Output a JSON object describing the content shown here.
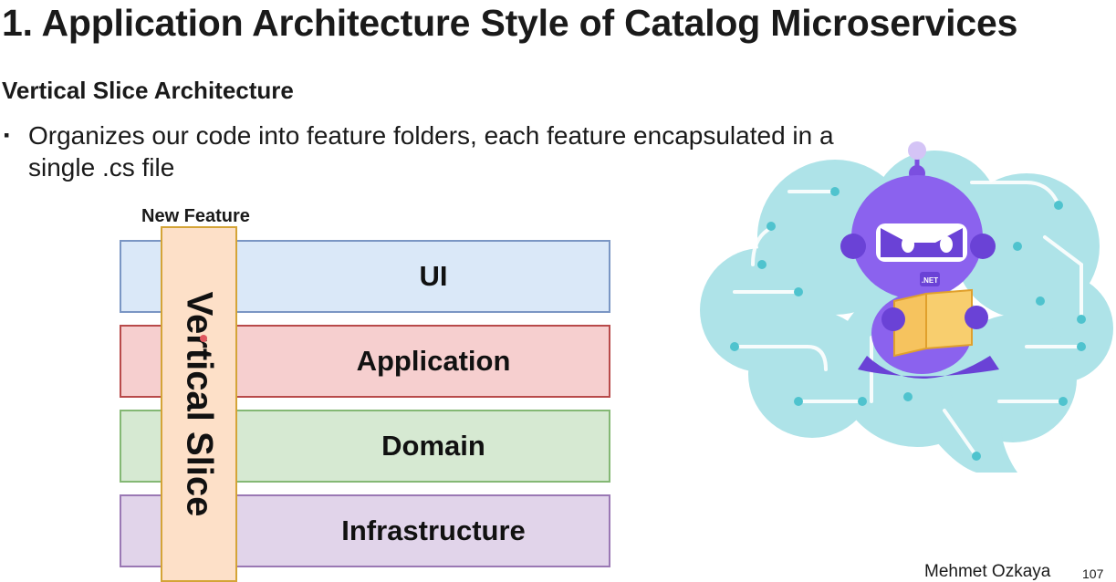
{
  "slide": {
    "title": "1. Application Architecture Style of Catalog Microservices",
    "subtitle": "Vertical Slice Architecture",
    "bullets": [
      "Organizes our code into feature folders, each feature encapsulated in a single .cs file"
    ],
    "author": "Mehmet Ozkaya",
    "page_number": "107"
  },
  "diagram": {
    "slice_caption": "New Feature",
    "slice_label": "Vertical Slice",
    "layers": [
      {
        "label": "UI",
        "color": "#dae8f8"
      },
      {
        "label": "Application",
        "color": "#f6cfcf"
      },
      {
        "label": "Domain",
        "color": "#d6e9d2"
      },
      {
        "label": "Infrastructure",
        "color": "#e1d4ea"
      }
    ],
    "slice_color": "#fde0c8"
  },
  "illustration": {
    "badge_text": ".NET",
    "brain_color": "#aee3e8",
    "robot_color": "#7b4fe0"
  }
}
